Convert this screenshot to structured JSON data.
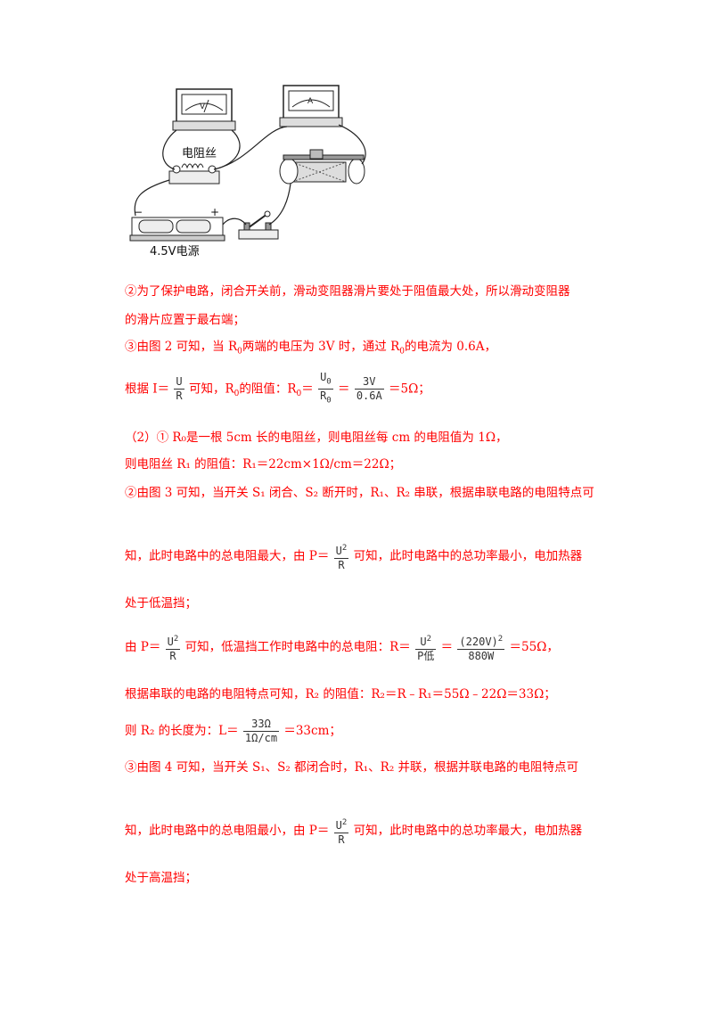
{
  "figure": {
    "wire_label": "电阻丝",
    "source_label": "4.5V电源",
    "voltmeter_label": "V",
    "ammeter_label": "A",
    "minus": "−",
    "plus": "+"
  },
  "lines": {
    "l1": "②为了保护电路，闭合开关前，滑动变阻器滑片要处于阻值最大处，所以滑动变阻器",
    "l2": "的滑片应置于最右端；",
    "l3a": "③由图 2 可知，当 R",
    "l3b": "0",
    "l3c": "两端的电压为 3V 时，通过 R",
    "l3d": "0",
    "l3e": "的电流为 0.6A，",
    "l4a": "根据 I＝",
    "l4b": "可知，R",
    "l4c": "0",
    "l4d": "的阻值：R",
    "l4e": "0",
    "l4f": "＝",
    "l4g": "＝",
    "l4h": "＝5Ω；",
    "l5": "（2）① R₀是一根 5cm 长的电阻丝，则电阻丝每 cm 的电阻值为 1Ω，",
    "l6": "则电阻丝 R₁ 的阻值：R₁＝22cm×1Ω/cm＝22Ω；",
    "l7": "②由图 3 可知，当开关 S₁ 闭合、S₂ 断开时，R₁、R₂ 串联，根据串联电路的电阻特点可",
    "l8a": "知，此时电路中的总电阻最大，由 P＝",
    "l8b": "可知，此时电路中的总功率最小，电加热器",
    "l9": "处于低温挡；",
    "l10a": "由 P＝",
    "l10b": "可知，低温挡工作时电路中的总电阻：R＝",
    "l10c": "＝",
    "l10d": "＝55Ω，",
    "l11": "根据串联的电路的电阻特点可知，R₂ 的阻值：R₂＝R﹣R₁＝55Ω﹣22Ω＝33Ω；",
    "l12a": "则 R₂ 的长度为：L＝",
    "l12b": "＝33cm；",
    "l13": "③由图 4 可知，当开关 S₁、S₂ 都闭合时，R₁、R₂ 并联，根据并联电路的电阻特点可",
    "l14a": "知，此时电路中的总电阻最小，由 P＝",
    "l14b": "可知，此时电路中的总功率最大，电加热器",
    "l15": "处于高温挡；"
  },
  "fractions": {
    "u_over_r": {
      "num": "U",
      "den": "R"
    },
    "u0_over_r0": {
      "num": "U",
      "num_sub": "0",
      "den": "R",
      "den_sub": "0"
    },
    "v_over_a": {
      "num": "3V",
      "den": "0.6A"
    },
    "u2_over_r": {
      "num": "U",
      "num_sup": "2",
      "den": "R"
    },
    "u2_over_p": {
      "num": "U",
      "num_sup": "2",
      "den": "P低"
    },
    "v220_over_w880": {
      "num": "(220V)",
      "num_sup": "2",
      "den": "880W"
    },
    "ohm_over_len": {
      "num": "33Ω",
      "den": "1Ω/cm"
    }
  }
}
